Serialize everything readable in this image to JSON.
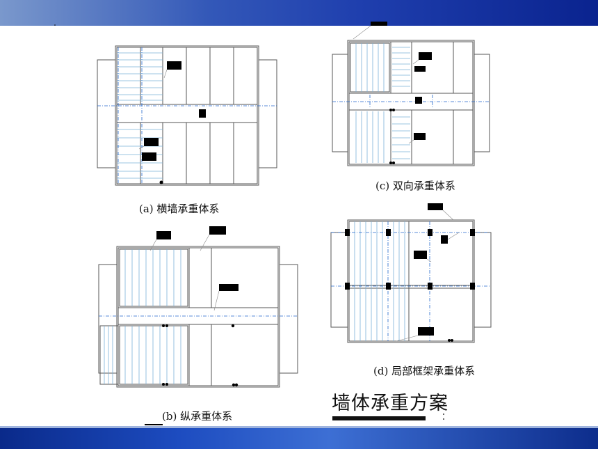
{
  "header": {
    "band_color": "#1f3fae"
  },
  "captions": {
    "a": "(a) 横墙承重体系",
    "b": "(b) 纵承重体系",
    "c": "(c) 双向承重体系",
    "d": "(d) 局部框架承重体系"
  },
  "slide_title": "墙体承重方案",
  "colors": {
    "wall": "#555555",
    "slab_line": "#7ab0d8",
    "axis_line": "#2266cc",
    "label_box": "#000000"
  }
}
